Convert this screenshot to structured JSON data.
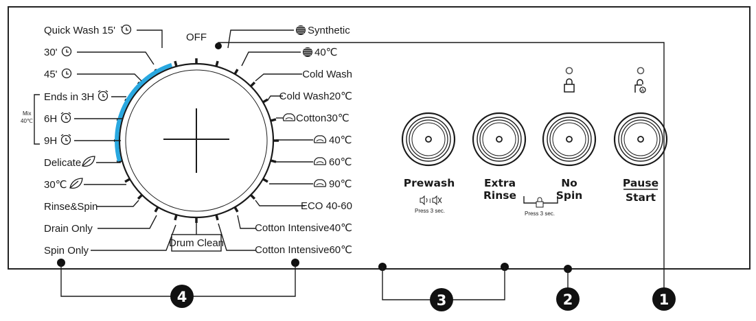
{
  "dial": {
    "off_label": "OFF",
    "left_programs": [
      {
        "label": "Quick Wash 15'",
        "icon": "quick-clock-icon"
      },
      {
        "label": "30'",
        "icon": "quick-clock-icon"
      },
      {
        "label": "45'",
        "icon": "quick-clock-icon"
      },
      {
        "label": "Ends in 3H",
        "icon": "alarm-clock-icon"
      },
      {
        "label": "6H",
        "icon": "alarm-clock-icon"
      },
      {
        "label": "9H",
        "icon": "alarm-clock-icon"
      },
      {
        "label": "Delicate",
        "icon": "leaf-icon"
      },
      {
        "label": "30℃",
        "icon": "leaf-icon"
      },
      {
        "label": "Rinse&Spin",
        "icon": ""
      },
      {
        "label": "Drain  Only",
        "icon": ""
      },
      {
        "label": "Spin Only",
        "icon": ""
      }
    ],
    "right_programs": [
      {
        "label": "Synthetic",
        "icon": "synthetic-icon"
      },
      {
        "label": "40℃",
        "icon": "synthetic-icon"
      },
      {
        "label": "Cold Wash",
        "icon": ""
      },
      {
        "label": "Cold Wash20℃",
        "icon": ""
      },
      {
        "label": "Cotton30℃",
        "icon": "cotton-icon"
      },
      {
        "label": "40℃",
        "icon": "cotton-icon"
      },
      {
        "label": "60℃",
        "icon": "cotton-icon"
      },
      {
        "label": "90℃",
        "icon": "cotton-icon"
      },
      {
        "label": "ECO 40-60",
        "icon": ""
      },
      {
        "label": "Cotton Intensive40℃",
        "icon": ""
      },
      {
        "label": "Cotton Intensive60℃",
        "icon": ""
      }
    ],
    "bottom_program": "Drum Clean",
    "mix_label_line1": "Mix",
    "mix_label_line2": "40℃",
    "accent_color": "#29a8e0"
  },
  "buttons": {
    "prewash": {
      "label": "Prewash",
      "sub": "Press 3 sec."
    },
    "extra_rinse": {
      "line1": "Extra",
      "line2": "Rinse"
    },
    "no_spin": {
      "line1": "No",
      "line2": "Spin"
    },
    "pause_start": {
      "line1": "Pause",
      "line2": "Start"
    },
    "shared_sub": "Press 3 sec."
  },
  "callouts": [
    "1",
    "2",
    "3",
    "4"
  ]
}
